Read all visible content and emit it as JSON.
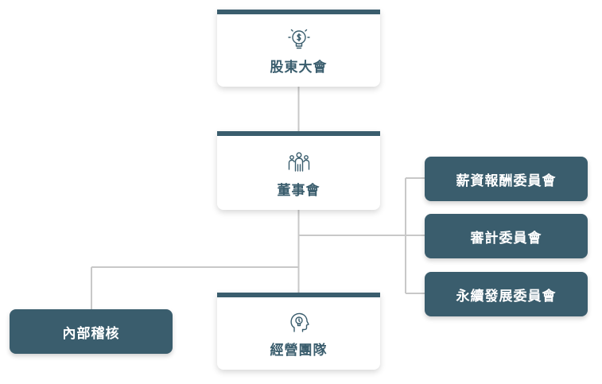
{
  "chart": {
    "shareholders": {
      "label": "股東大會",
      "icon": "lightbulb-dollar-icon"
    },
    "board": {
      "label": "董事會",
      "icon": "team-people-icon"
    },
    "management": {
      "label": "經營團隊",
      "icon": "head-lightbulb-icon"
    },
    "audit_internal": {
      "label": "內部稽核"
    },
    "committees": [
      {
        "label": "薪資報酬委員會"
      },
      {
        "label": "審計委員會"
      },
      {
        "label": "永續發展委員會"
      }
    ]
  },
  "colors": {
    "primary": "#3a5d6d",
    "connector": "#c8c8c8",
    "card_bg": "#ffffff"
  }
}
